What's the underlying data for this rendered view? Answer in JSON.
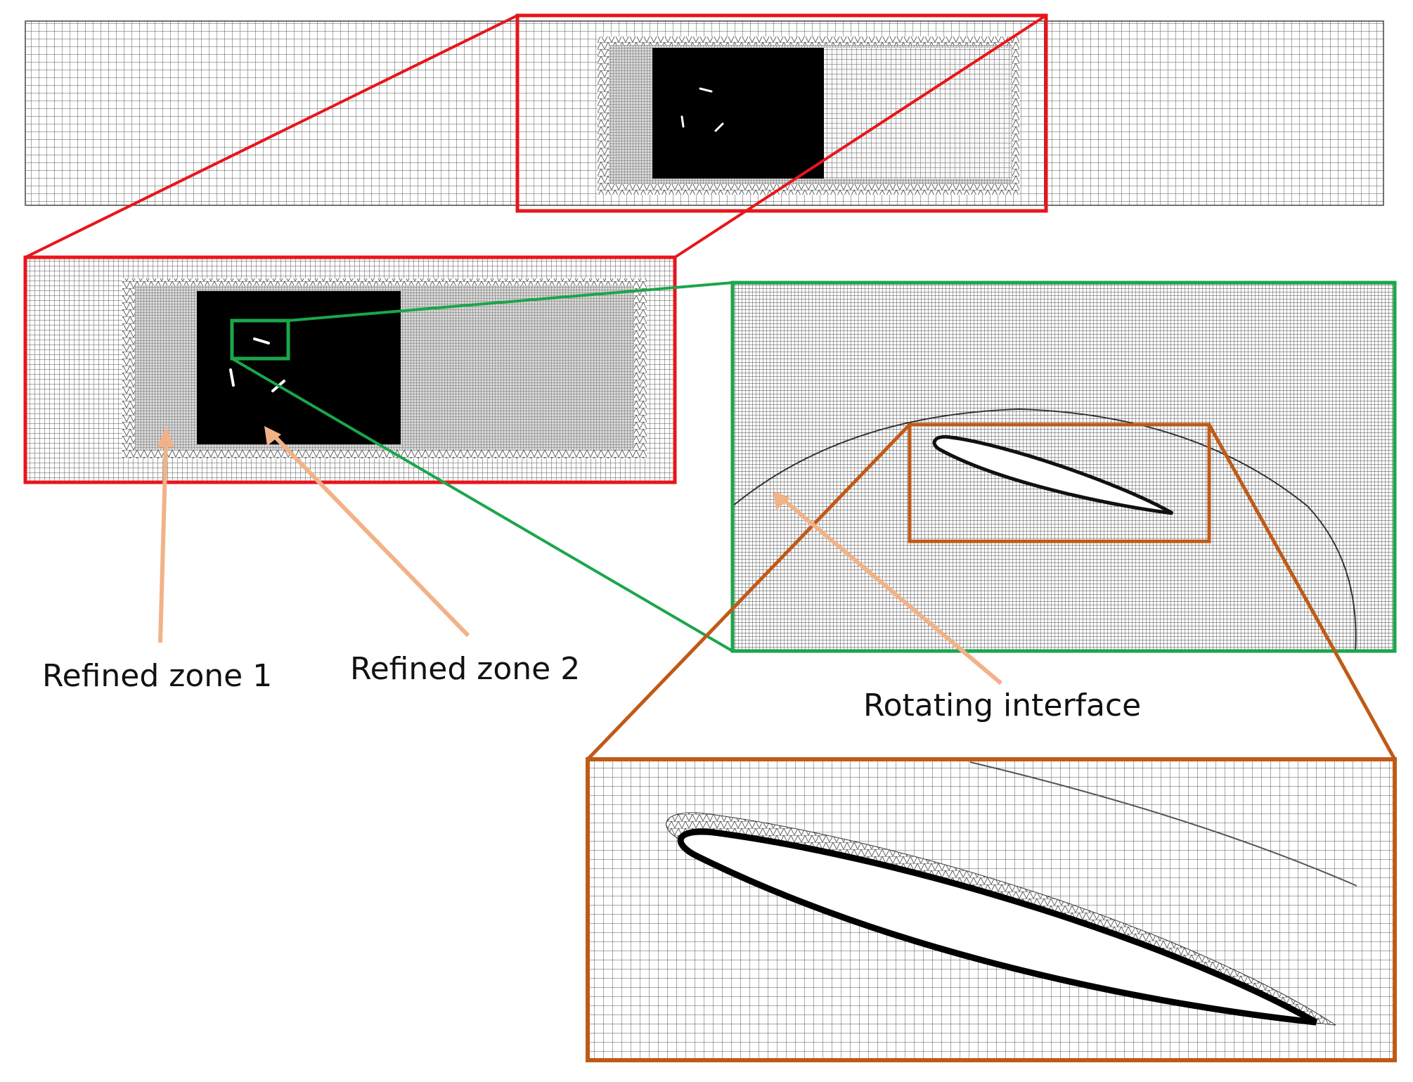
{
  "colors": {
    "red_frame": "#e8151b",
    "green_frame": "#1aa64a",
    "orange_frame": "#c05a17",
    "arrow": "#f2b287",
    "mesh_line": "#555555",
    "mesh_dense": "#8a8a8a",
    "black_zone": "#000000",
    "blade": "#ffffff"
  },
  "labels": {
    "refined_zone_1": "Refined zone 1",
    "refined_zone_2": "Refined zone 2",
    "rotating_interface": "Rotating interface"
  },
  "panels": [
    {
      "id": "domain-overview",
      "frame": "none",
      "content": "coarse-mesh-full-domain"
    },
    {
      "id": "refinement-zoom",
      "frame": "red",
      "content": "refined-zones-and-rotor"
    },
    {
      "id": "blade-zoom",
      "frame": "green",
      "content": "single-blade-with-rotating-interface"
    },
    {
      "id": "boundary-layer-zoom",
      "frame": "orange",
      "content": "airfoil-boundary-layer-mesh"
    }
  ],
  "rotor": {
    "blade_count": 3
  }
}
